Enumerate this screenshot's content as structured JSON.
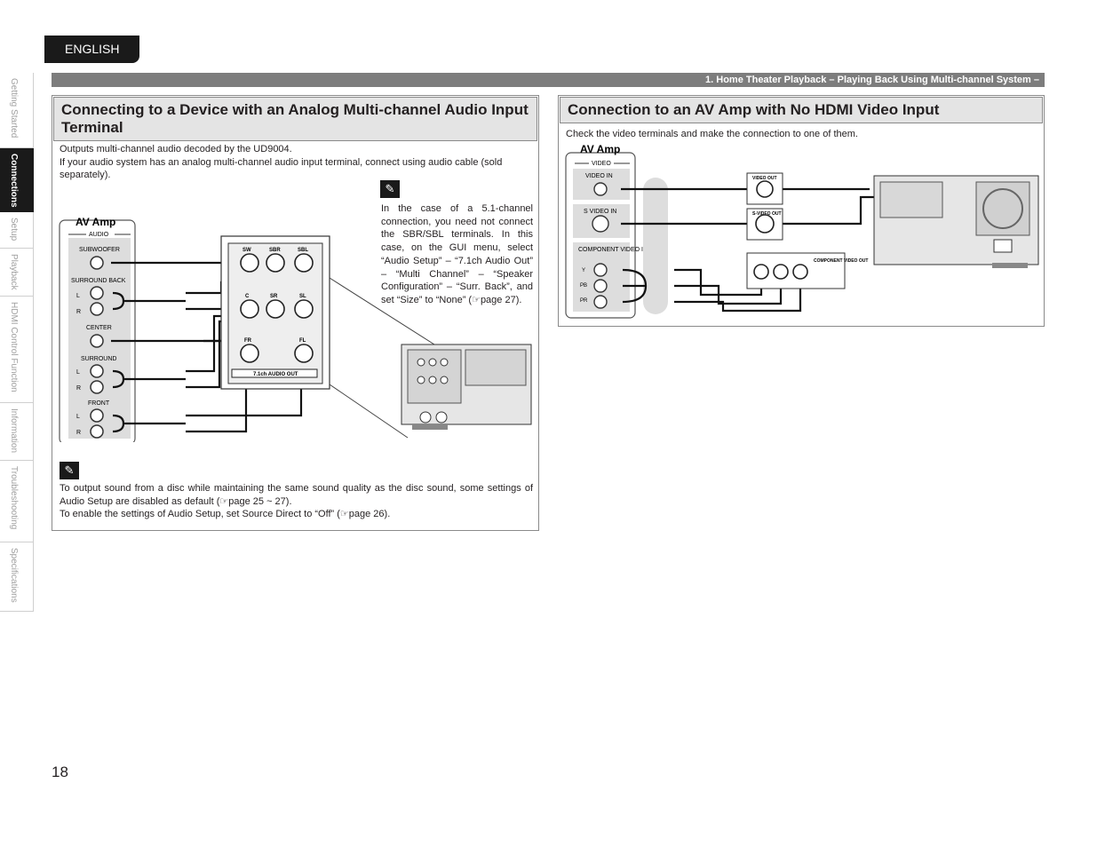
{
  "language": "ENGLISH",
  "breadcrumb": "1. Home Theater Playback – Playing Back Using Multi-channel System –",
  "side_tabs": [
    "Getting Started",
    "Connections",
    "Setup",
    "Playback",
    "HDMI Control Function",
    "Information",
    "Troubleshooting",
    "Specifications"
  ],
  "active_tab": "Connections",
  "left": {
    "title": "Connecting to a Device with an Analog Multi-channel Audio Input Terminal",
    "intro": [
      "Outputs multi-channel audio decoded by the UD9004.",
      "If your audio system has an analog multi-channel audio input terminal, connect using audio cable (sold separately)."
    ],
    "note1": "In the case of a 5.1-channel connection, you need not connect the SBR/SBL terminals. In this case, on the GUI menu, select “Audio Setup” – “7.1ch Audio Out” – “Multi Channel” – “Speaker Configuration” – “Surr. Back”, and set “Size” to “None” (☞page 27).",
    "note2": [
      "To output sound from a disc while maintaining the same sound quality as the disc sound, some settings of Audio Setup are disabled as default (☞page 25 ~ 27).",
      "To enable the settings of Audio Setup, set Source Direct to “Off” (☞page 26)."
    ],
    "diagram": {
      "amp_label": "AV Amp",
      "group_label": "AUDIO",
      "channels": [
        "SUBWOOFER",
        "SURROUND BACK",
        "CENTER",
        "SURROUND",
        "FRONT"
      ],
      "lr": [
        "L",
        "R"
      ],
      "player_terminals": [
        "SW",
        "SBR",
        "SBL",
        "C",
        "SR",
        "SL",
        "FR",
        "FL"
      ],
      "player_out_label": "7.1ch AUDIO OUT"
    }
  },
  "right": {
    "title": "Connection to an AV Amp with No HDMI Video Input",
    "intro": "Check the video terminals and make the connection to one of them.",
    "diagram": {
      "amp_label": "AV Amp",
      "group_label": "VIDEO",
      "inputs": [
        "VIDEO IN",
        "S VIDEO IN",
        "COMPONENT VIDEO IN"
      ],
      "component": [
        "Y",
        "PB",
        "PR"
      ],
      "player_outs": [
        "VIDEO OUT",
        "S-VIDEO OUT",
        "COMPONENT VIDEO OUT"
      ]
    }
  },
  "page_number": "18"
}
